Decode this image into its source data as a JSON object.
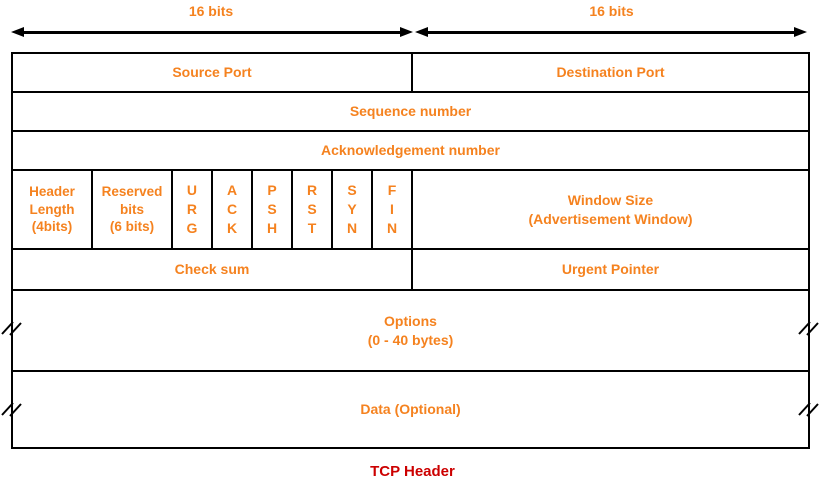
{
  "colors": {
    "field_text_orange": "#F5821F",
    "title_red": "#CC0000",
    "line_black": "#000000"
  },
  "scale": {
    "left_label": "16 bits",
    "right_label": "16 bits"
  },
  "header": {
    "source_port": "Source Port",
    "destination_port": "Destination Port",
    "sequence_number": "Sequence number",
    "acknowledgement_number": "Acknowledgement number",
    "header_length": "Header\nLength\n(4bits)",
    "reserved_bits": "Reserved\nbits\n(6 bits)",
    "flags": [
      "U\nR\nG",
      "A\nC\nK",
      "P\nS\nH",
      "R\nS\nT",
      "S\nY\nN",
      "F\nI\nN"
    ],
    "window_size": "Window Size\n(Advertisement Window)",
    "checksum": "Check sum",
    "urgent_pointer": "Urgent Pointer",
    "options": "Options\n(0 - 40 bytes)",
    "data": "Data (Optional)"
  },
  "title": "TCP Header"
}
